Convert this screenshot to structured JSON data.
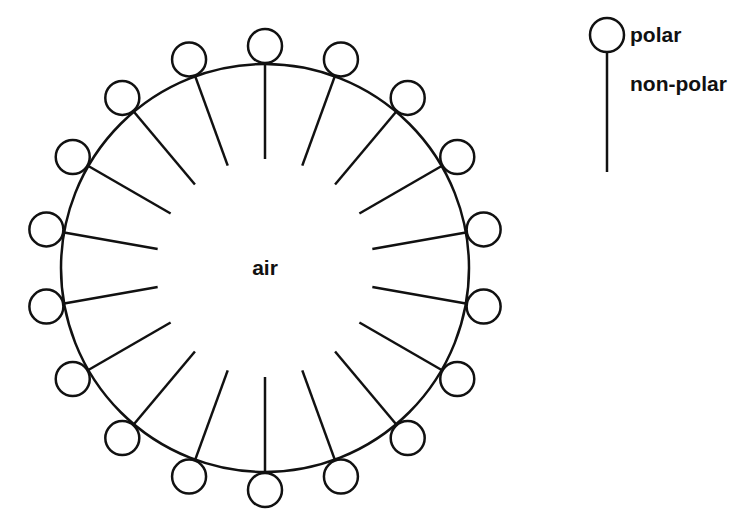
{
  "diagram": {
    "nodes": [
      {
        "text": [
          "air"
        ]
      }
    ],
    "legend": [
      {
        "text": "polar"
      },
      {
        "text": "non-polar"
      }
    ]
  }
}
